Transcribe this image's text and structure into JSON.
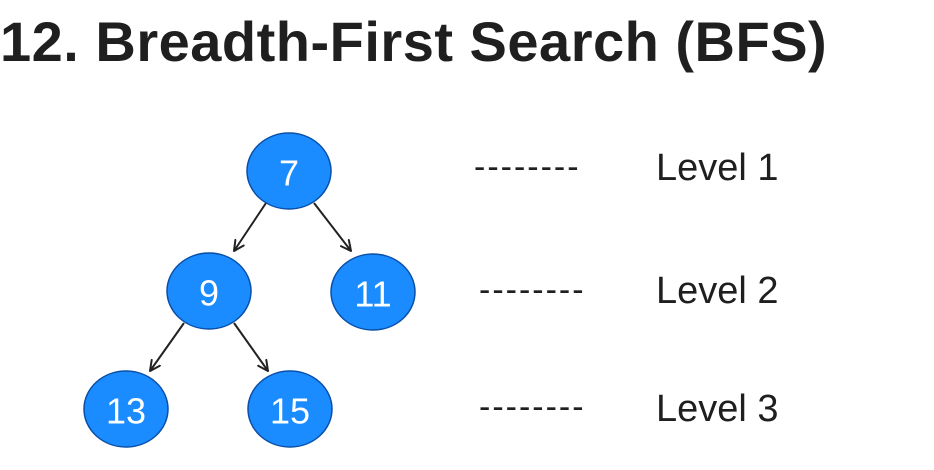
{
  "title": "12. Breadth-First Search (BFS)",
  "colors": {
    "node_fill": "#1a8cff",
    "node_stroke": "#0a4fa8",
    "text": "#1f1f1f"
  },
  "tree": {
    "nodes": [
      {
        "id": "n7",
        "label": "7"
      },
      {
        "id": "n9",
        "label": "9"
      },
      {
        "id": "n11",
        "label": "11"
      },
      {
        "id": "n13",
        "label": "13"
      },
      {
        "id": "n15",
        "label": "15"
      }
    ],
    "edges": [
      {
        "from": "n7",
        "to": "n9"
      },
      {
        "from": "n7",
        "to": "n11"
      },
      {
        "from": "n9",
        "to": "n13"
      },
      {
        "from": "n9",
        "to": "n15"
      }
    ]
  },
  "levels": [
    {
      "dashes": "--------",
      "label": "Level 1"
    },
    {
      "dashes": "--------",
      "label": "Level 2"
    },
    {
      "dashes": "--------",
      "label": "Level 3"
    }
  ]
}
